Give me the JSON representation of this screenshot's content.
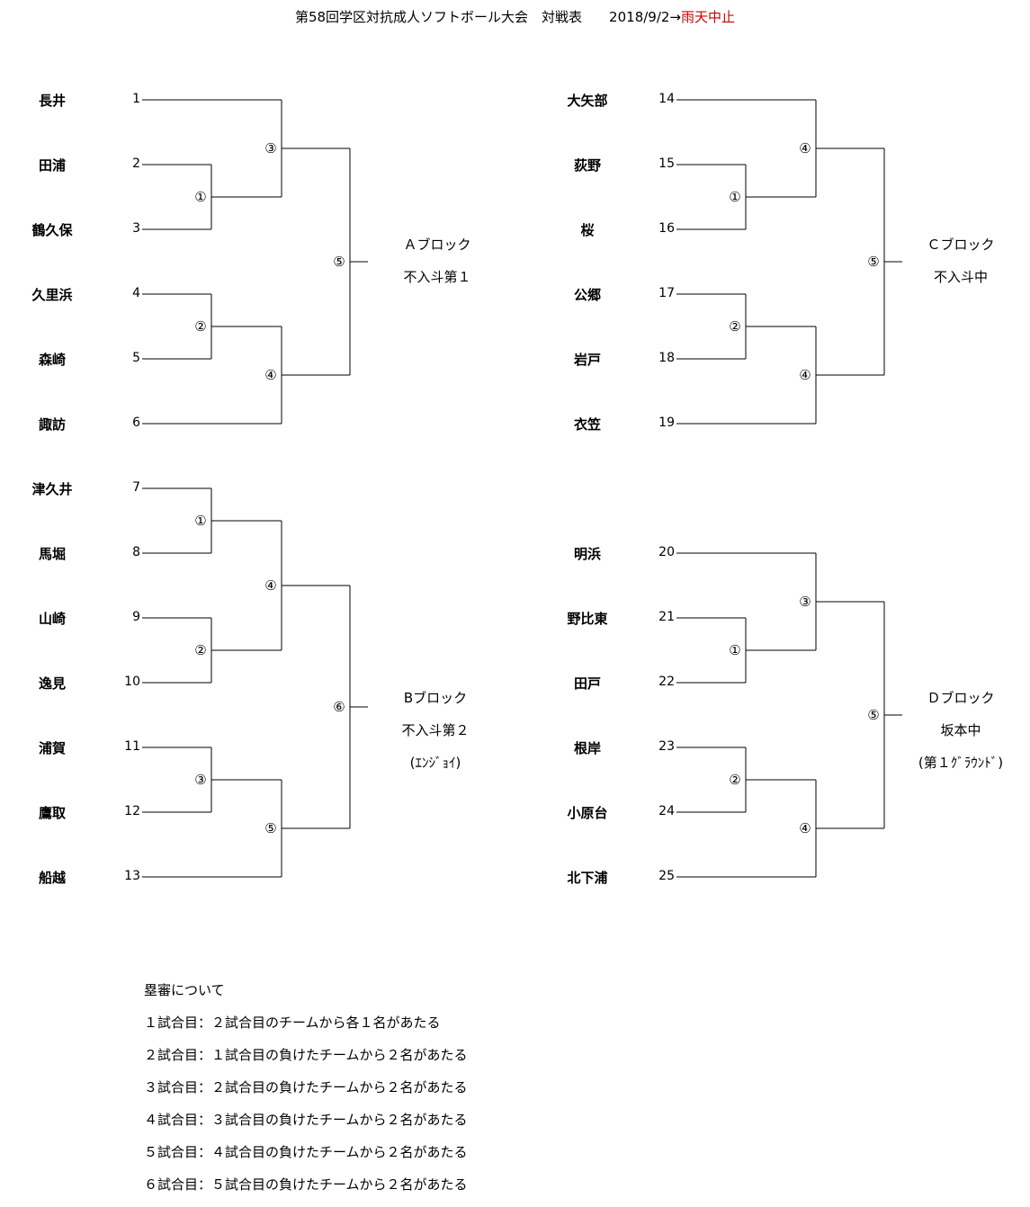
{
  "header": {
    "title": "第58回学区対抗成人ソフトボール大会　対戦表　　2018/9/2→",
    "status": "雨天中止",
    "status_color": "#d00000"
  },
  "blocks": {
    "A": {
      "teams": [
        {
          "name": "長井",
          "num": "1"
        },
        {
          "name": "田浦",
          "num": "2"
        },
        {
          "name": "鶴久保",
          "num": "3"
        },
        {
          "name": "久里浜",
          "num": "4"
        },
        {
          "name": "森崎",
          "num": "5"
        },
        {
          "name": "諏訪",
          "num": "6"
        }
      ],
      "matches": [
        "①",
        "②",
        "③",
        "④",
        "⑤"
      ],
      "label": "Ａブロック",
      "venue": "不入斗第１",
      "note": ""
    },
    "B": {
      "teams": [
        {
          "name": "津久井",
          "num": "7"
        },
        {
          "name": "馬堀",
          "num": "8"
        },
        {
          "name": "山崎",
          "num": "9"
        },
        {
          "name": "逸見",
          "num": "10"
        },
        {
          "name": "浦賀",
          "num": "11"
        },
        {
          "name": "鷹取",
          "num": "12"
        },
        {
          "name": "船越",
          "num": "13"
        }
      ],
      "matches": [
        "①",
        "②",
        "③",
        "④",
        "⑤",
        "⑥"
      ],
      "label": "Bブロック",
      "venue": "不入斗第２",
      "note": "(ｴﾝｼﾞｮｲ)"
    },
    "C": {
      "teams": [
        {
          "name": "大矢部",
          "num": "14"
        },
        {
          "name": "荻野",
          "num": "15"
        },
        {
          "name": "桜",
          "num": "16"
        },
        {
          "name": "公郷",
          "num": "17"
        },
        {
          "name": "岩戸",
          "num": "18"
        },
        {
          "name": "衣笠",
          "num": "19"
        }
      ],
      "matches": [
        "①",
        "②",
        "④",
        "④",
        "⑤"
      ],
      "label": "Ｃブロック",
      "venue": "不入斗中",
      "note": ""
    },
    "D": {
      "teams": [
        {
          "name": "明浜",
          "num": "20"
        },
        {
          "name": "野比東",
          "num": "21"
        },
        {
          "name": "田戸",
          "num": "22"
        },
        {
          "name": "根岸",
          "num": "23"
        },
        {
          "name": "小原台",
          "num": "24"
        },
        {
          "name": "北下浦",
          "num": "25"
        }
      ],
      "matches": [
        "①",
        "②",
        "③",
        "④",
        "⑤"
      ],
      "label": "Ｄブロック",
      "venue": "坂本中",
      "note": "(第１ｸﾞﾗｳﾝﾄﾞ)"
    }
  },
  "notes": {
    "title": "塁審について",
    "lines": [
      "１試合目：２試合目のチームから各１名があたる",
      "２試合目：１試合目の負けたチームから２名があたる",
      "３試合目：２試合目の負けたチームから２名があたる",
      "４試合目：３試合目の負けたチームから２名があたる",
      "５試合目：４試合目の負けたチームから２名があたる",
      "６試合目：５試合目の負けたチームから２名があたる"
    ]
  }
}
